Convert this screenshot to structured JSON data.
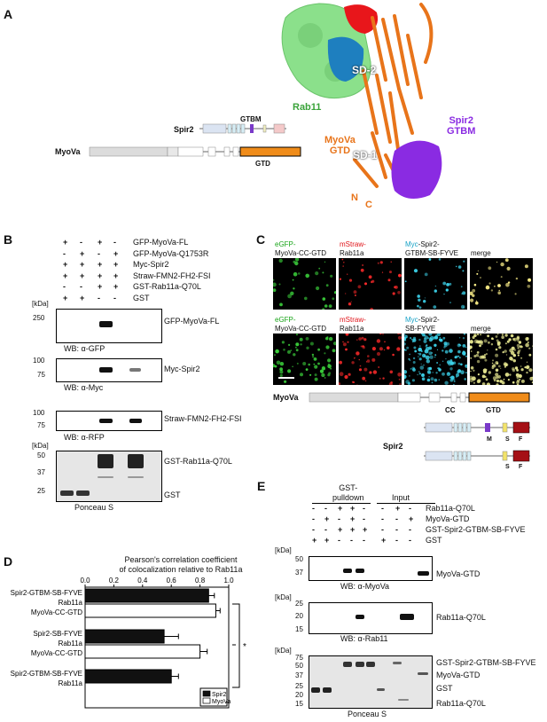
{
  "panels": {
    "A": "A",
    "B": "B",
    "C": "C",
    "D": "D",
    "E": "E"
  },
  "panelA": {
    "rab11": "Rab11",
    "sd2": "SD-2",
    "sd1": "SD-1",
    "myova_gtd": [
      "MyoVa",
      "GTD"
    ],
    "spir2_gtbm": [
      "Spir2",
      "GTBM"
    ],
    "n": "N",
    "c": "C",
    "spir2": "Spir2",
    "gtbm": "GTBM",
    "myova": "MyoVa",
    "gtd": "GTD"
  },
  "panelB": {
    "rows": [
      {
        "signs": [
          "+",
          "-",
          "+",
          "-"
        ],
        "label": "GFP-MyoVa-FL"
      },
      {
        "signs": [
          "-",
          "+",
          "-",
          "+"
        ],
        "label": "GFP-MyoVa-Q1753R"
      },
      {
        "signs": [
          "+",
          "+",
          "+",
          "+"
        ],
        "label": "Myc-Spir2"
      },
      {
        "signs": [
          "+",
          "+",
          "+",
          "+"
        ],
        "label": "Straw-FMN2-FH2-FSI"
      },
      {
        "signs": [
          "-",
          "-",
          "+",
          "+"
        ],
        "label": "GST-Rab11a-Q70L"
      },
      {
        "signs": [
          "+",
          "+",
          "-",
          "-"
        ],
        "label": "GST"
      }
    ],
    "kda": "[kDa]",
    "blot1": {
      "ticks": [
        "250"
      ],
      "band": "GFP-MyoVa-FL",
      "wb": "WB: α-GFP"
    },
    "blot2": {
      "ticks": [
        "100",
        "75"
      ],
      "band": "Myc-Spir2",
      "wb": "WB: α-Myc"
    },
    "blot3": {
      "ticks": [
        "100",
        "75"
      ],
      "band": "Straw-FMN2-FH2-FSI",
      "wb": "WB: α-RFP"
    },
    "blot4": {
      "ticks": [
        "50",
        "37",
        "25"
      ],
      "bands": [
        "GST-Rab11a-Q70L",
        "GST"
      ],
      "wb": "Ponceau S"
    }
  },
  "panelC": {
    "row1": [
      "eGFP-",
      "MyoVa-CC-GTD",
      "mStraw-",
      "Rab11a",
      "Myc-Spir2-",
      "GTBM-SB-FYVE",
      "merge"
    ],
    "row2": [
      "eGFP-",
      "MyoVa-CC-GTD",
      "mStraw-",
      "Rab11a",
      "Myc-Spir2-",
      "SB-FYVE",
      "merge"
    ],
    "myova": "MyoVa",
    "cc": "CC",
    "gtd": "GTD",
    "spir2": "Spir2",
    "m": "M",
    "s": "S",
    "f": "F"
  },
  "panelD": {
    "title": [
      "Pearson's correlation coefficient",
      "of colocalization relative to Rab11a"
    ],
    "ticks": [
      "0.0",
      "0.2",
      "0.4",
      "0.6",
      "0.8",
      "1.0"
    ],
    "star": "*",
    "legend": [
      "Spir2",
      "MyoVa"
    ]
  },
  "panelE": {
    "groups": [
      "GST-",
      "pulldown",
      "Input"
    ],
    "rows": [
      {
        "signs": [
          "-",
          "-",
          "+",
          "+",
          "-",
          "-",
          "+",
          "-"
        ],
        "label": "Rab11a-Q70L"
      },
      {
        "signs": [
          "-",
          "+",
          "-",
          "+",
          "-",
          "-",
          "-",
          "+"
        ],
        "label": "MyoVa-GTD"
      },
      {
        "signs": [
          "-",
          "-",
          "+",
          "+",
          "+",
          "-",
          "-",
          "-"
        ],
        "label": "GST-Spir2-GTBM-SB-FYVE"
      },
      {
        "signs": [
          "+",
          "+",
          "-",
          "-",
          "-",
          "+",
          "-",
          "-"
        ],
        "label": "GST"
      }
    ],
    "kda": "[kDa]",
    "blot1": {
      "ticks": [
        "50",
        "37"
      ],
      "band": "MyoVa-GTD",
      "wb": "WB: α-MyoVa"
    },
    "blot2": {
      "ticks": [
        "25",
        "20",
        "15"
      ],
      "band": "Rab11a-Q70L",
      "wb": "WB: α-Rab11"
    },
    "blot3": {
      "ticks": [
        "75",
        "50",
        "37",
        "25",
        "20",
        "15"
      ],
      "bands": [
        "GST-Spir2-GTBM-SB-FYVE",
        "MyoVa-GTD",
        "GST",
        "Rab11a-Q70L"
      ],
      "wb": "Ponceau S"
    }
  },
  "chart_data": {
    "type": "bar",
    "orientation": "horizontal",
    "categories": [
      "Spir2-GTBM-SB-FYVE / Rab11a / MyoVa-CC-GTD",
      "Spir2-SB-FYVE / Rab11a / MyoVa-CC-GTD",
      "Spir2-GTBM-SB-FYVE / Rab11a"
    ],
    "category_lines": [
      [
        "Spir2-GTBM-SB-FYVE",
        "Rab11a",
        "MyoVa-CC-GTD"
      ],
      [
        "Spir2-SB-FYVE",
        "Rab11a",
        "MyoVa-CC-GTD"
      ],
      [
        "Spir2-GTBM-SB-FYVE",
        "Rab11a"
      ]
    ],
    "series": [
      {
        "name": "Spir2",
        "color": "#111111",
        "values": [
          0.86,
          0.55,
          0.6
        ],
        "errors": [
          0.04,
          0.1,
          0.05
        ]
      },
      {
        "name": "MyoVa",
        "color": "#ffffff",
        "values": [
          0.91,
          0.8,
          null
        ],
        "errors": [
          0.03,
          0.05,
          null
        ]
      }
    ],
    "xlim": [
      0,
      1.0
    ],
    "title": "Pearson's correlation coefficient of colocalization relative to Rab11a",
    "legend": "bottom-right"
  }
}
